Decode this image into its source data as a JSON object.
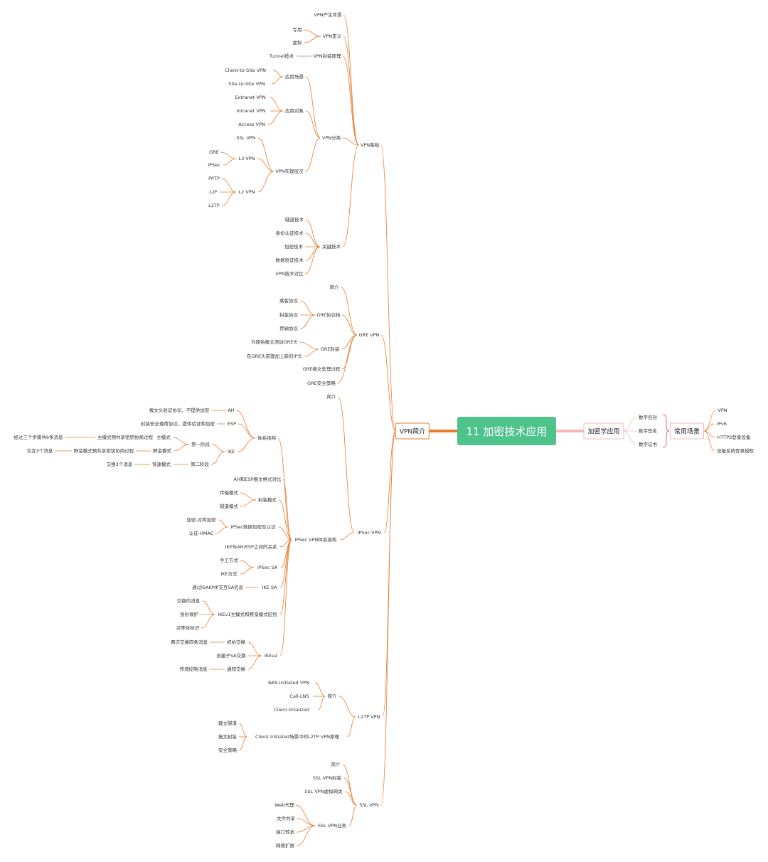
{
  "root": {
    "title": "11 加密技术应用"
  },
  "left": {
    "label": "VPN简介",
    "children": [
      {
        "label": "VPN基础",
        "children": [
          {
            "label": "VPN产生背景"
          },
          {
            "label": "VPN定义",
            "children": [
              {
                "label": "专用"
              },
              {
                "label": "虚拟"
              }
            ]
          },
          {
            "label": "VPN封装原理",
            "children": [
              {
                "label": "Tunnel技术"
              }
            ]
          },
          {
            "label": "VPN分类",
            "children": [
              {
                "label": "应用场景",
                "children": [
                  {
                    "label": "Client-to-Site VPN"
                  },
                  {
                    "label": "Site-to-Site VPN"
                  }
                ]
              },
              {
                "label": "应用对象",
                "children": [
                  {
                    "label": "Extranet VPN"
                  },
                  {
                    "label": "Intranet VPN"
                  },
                  {
                    "label": "Access VPN"
                  }
                ]
              },
              {
                "label": "VPN实现层次",
                "children": [
                  {
                    "label": "SSL VPN"
                  },
                  {
                    "label": "L3 VPN",
                    "children": [
                      {
                        "label": "GRE"
                      },
                      {
                        "label": "IPSec"
                      }
                    ]
                  },
                  {
                    "label": "L2 VPN",
                    "children": [
                      {
                        "label": "PPTP"
                      },
                      {
                        "label": "L2F"
                      },
                      {
                        "label": "L2TP"
                      }
                    ]
                  }
                ]
              }
            ]
          },
          {
            "label": "关键技术",
            "children": [
              {
                "label": "隧道技术"
              },
              {
                "label": "身份认证技术"
              },
              {
                "label": "加密技术"
              },
              {
                "label": "数据验证技术"
              },
              {
                "label": "VPN技术对比"
              }
            ]
          }
        ]
      },
      {
        "label": "GRE VPN",
        "children": [
          {
            "label": "简介"
          },
          {
            "label": "GRE协议栈",
            "children": [
              {
                "label": "乘客协议"
              },
              {
                "label": "封装协议"
              },
              {
                "label": "传输协议"
              }
            ]
          },
          {
            "label": "GRE封装",
            "children": [
              {
                "label": "为原始报文添加GRE头"
              },
              {
                "label": "在GRE头前面加上新的IP头"
              }
            ]
          },
          {
            "label": "GRE报文处理过程"
          },
          {
            "label": "GRE安全策略"
          }
        ]
      },
      {
        "label": "IPSec VPN",
        "children": [
          {
            "label": "简介"
          },
          {
            "label": "IPSec VPN体系架构",
            "children": [
              {
                "label": "体系结构",
                "children": [
                  {
                    "label": "AH",
                    "children": [
                      {
                        "label": "报文头验证协议，不提供加密"
                      }
                    ]
                  },
                  {
                    "label": "ESP",
                    "children": [
                      {
                        "label": "封装安全载荷协议，提供验证和加密"
                      }
                    ]
                  },
                  {
                    "label": "IKE",
                    "children": [
                      {
                        "label": "第一阶段",
                        "children": [
                          {
                            "label": "主模式",
                            "children": [
                              {
                                "label": "主模式预共享密钥协商过程",
                                "children": [
                                  {
                                    "label": "经过三个步骤共6条消息"
                                  }
                                ]
                              }
                            ]
                          },
                          {
                            "label": "野蛮模式",
                            "children": [
                              {
                                "label": "野蛮模式预共享密钥协商过程",
                                "children": [
                                  {
                                    "label": "交互3个消息"
                                  }
                                ]
                              }
                            ]
                          }
                        ]
                      },
                      {
                        "label": "第二阶段",
                        "children": [
                          {
                            "label": "快速模式",
                            "children": [
                              {
                                "label": "交换3个消息"
                              }
                            ]
                          }
                        ]
                      }
                    ]
                  }
                ]
              },
              {
                "label": "AH和ESP报文格式对比"
              },
              {
                "label": "封装模式",
                "children": [
                  {
                    "label": "传输模式"
                  },
                  {
                    "label": "隧道模式"
                  }
                ]
              },
              {
                "label": "IPSec数据加密及认证",
                "children": [
                  {
                    "label": "加密-对称加密"
                  },
                  {
                    "label": "认证-HMAC"
                  }
                ]
              },
              {
                "label": "IKE与AH/ESP之间的关系"
              },
              {
                "label": "IPSec SA",
                "children": [
                  {
                    "label": "手工方式"
                  },
                  {
                    "label": "IKE方式"
                  }
                ]
              },
              {
                "label": "IKE SA",
                "children": [
                  {
                    "label": "通过ISAKMP交互SA信息"
                  }
                ]
              },
              {
                "label": "IKEv1主模式和野蛮模式区别",
                "children": [
                  {
                    "label": "交换的消息"
                  },
                  {
                    "label": "身份保护"
                  },
                  {
                    "label": "对等体标识"
                  }
                ]
              },
              {
                "label": "IKEv2",
                "children": [
                  {
                    "label": "初始交换",
                    "children": [
                      {
                        "label": "两次交换四条消息"
                      }
                    ]
                  },
                  {
                    "label": "创建子SA交换"
                  },
                  {
                    "label": "通知交换",
                    "children": [
                      {
                        "label": "传递控制消息"
                      }
                    ]
                  }
                ]
              }
            ]
          }
        ]
      },
      {
        "label": "L2TP VPN",
        "children": [
          {
            "label": "简介",
            "children": [
              {
                "label": "NAS-Initiated VPN"
              },
              {
                "label": "Call-LNS"
              },
              {
                "label": "Client-Iinialized"
              }
            ]
          },
          {
            "label": "Client-Initiated场景中的L2TP VPN原理",
            "children": [
              {
                "label": "建立隧道"
              },
              {
                "label": "报文封装"
              },
              {
                "label": "安全策略"
              }
            ]
          }
        ]
      },
      {
        "label": "SSL VPN",
        "children": [
          {
            "label": "简介"
          },
          {
            "label": "SSL VPN封装"
          },
          {
            "label": "SSL VPN虚拟网关"
          },
          {
            "label": "SSL VPN业务",
            "children": [
              {
                "label": "Web代理"
              },
              {
                "label": "文件共享"
              },
              {
                "label": "端口转发"
              },
              {
                "label": "网络扩展"
              }
            ]
          }
        ]
      }
    ]
  },
  "right": {
    "label": "加密学应用",
    "children": [
      {
        "label": "数字信封"
      },
      {
        "label": "数字签名"
      },
      {
        "label": "数字证书"
      }
    ],
    "usage": {
      "label": "常用场景",
      "children": [
        {
          "label": "VPN"
        },
        {
          "label": "IPv6"
        },
        {
          "label": "HTTPS登录设备"
        },
        {
          "label": "设备系统登录授权"
        }
      ]
    }
  },
  "colors": {
    "root_fill": "#4ec38b",
    "left_branch": "#e97b2e",
    "right_branch": "#f2b8b8"
  }
}
